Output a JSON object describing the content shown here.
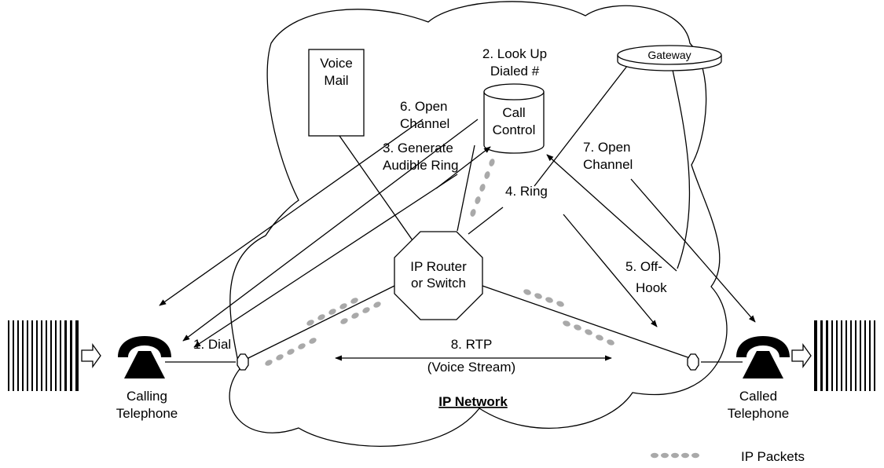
{
  "diagram": {
    "network_title": "IP Network",
    "calling_phone": [
      "Calling",
      "Telephone"
    ],
    "called_phone": [
      "Called",
      "Telephone"
    ],
    "voice_mail": [
      "Voice",
      "Mail"
    ],
    "call_control": [
      "Call",
      "Control"
    ],
    "gateway": "Gateway",
    "router": [
      "IP Router",
      "or Switch"
    ],
    "steps": {
      "s1": "1. Dial",
      "s2": [
        "2. Look Up",
        "Dialed #"
      ],
      "s3": [
        "3. Generate",
        "Audible Ring"
      ],
      "s4": "4. Ring",
      "s5": [
        "5. Off-",
        "Hook"
      ],
      "s6": [
        "6. Open",
        "Channel"
      ],
      "s7": [
        "7. Open",
        "Channel"
      ],
      "s8": [
        "8. RTP",
        "(Voice Stream)"
      ]
    },
    "legend": "IP Packets"
  }
}
